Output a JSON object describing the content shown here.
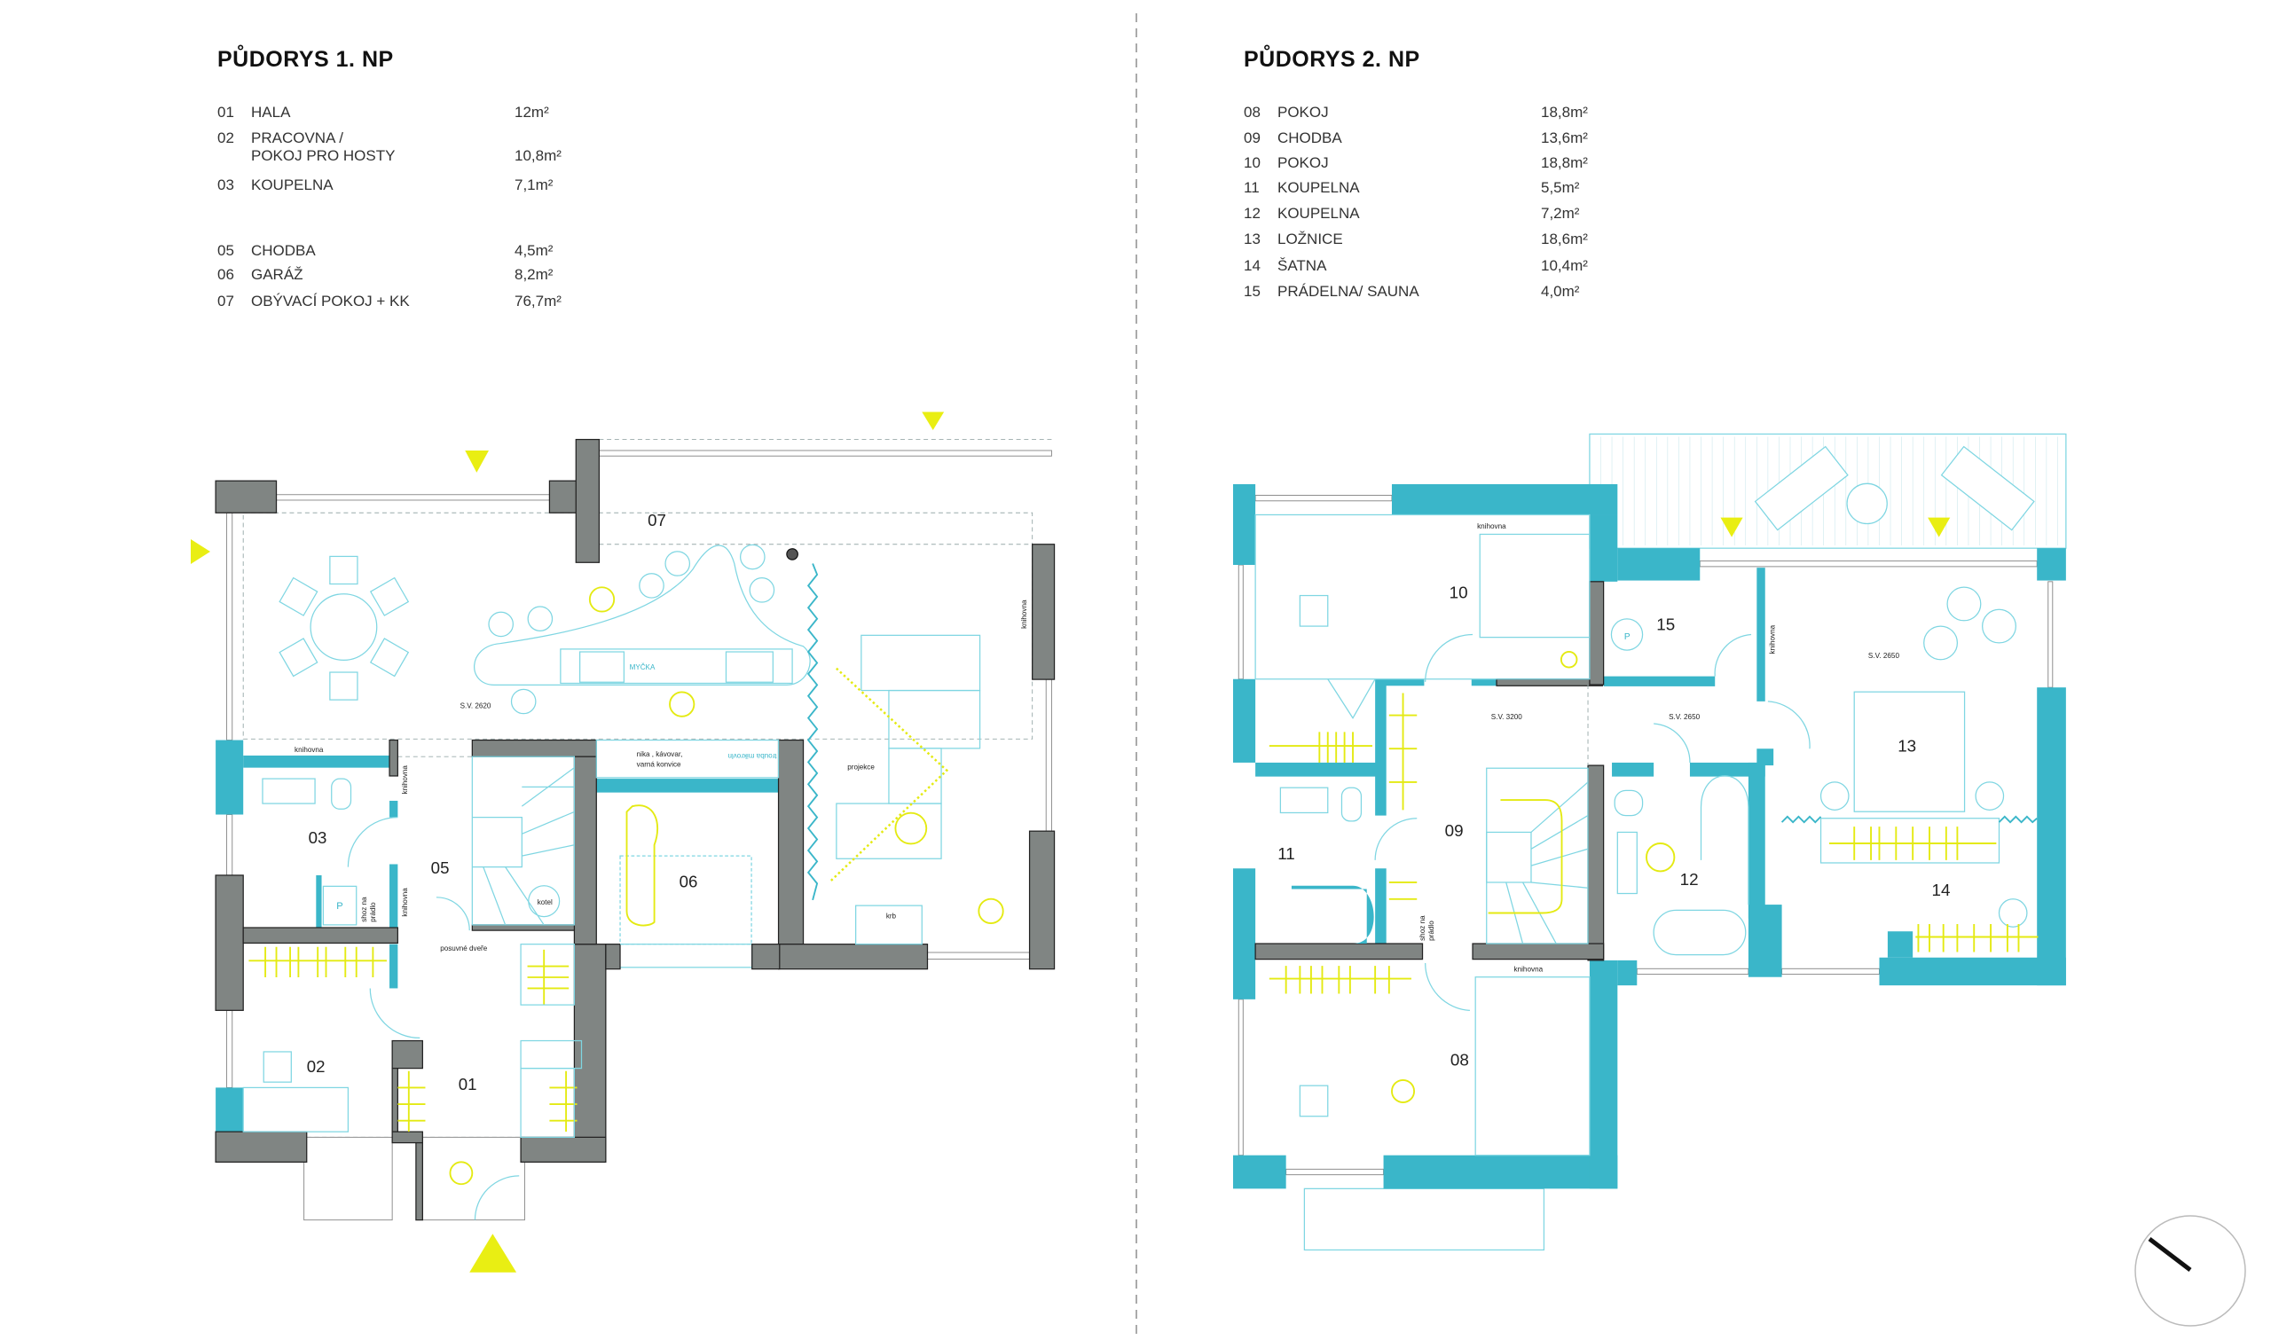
{
  "floor1": {
    "title": "PŮDORYS 1. NP",
    "rooms": [
      {
        "num": "01",
        "name": "HALA",
        "area": "12m²"
      },
      {
        "num": "02",
        "name": "PRACOVNA /",
        "name2": "POKOJ PRO HOSTY",
        "area": "10,8m²"
      },
      {
        "num": "03",
        "name": "KOUPELNA",
        "area": "7,1m²"
      },
      {
        "num": "05",
        "name": "CHODBA",
        "area": "4,5m²"
      },
      {
        "num": "06",
        "name": "GARÁŽ",
        "area": "8,2m²"
      },
      {
        "num": "07",
        "name": "OBÝVACÍ POKOJ + KK",
        "area": "76,7m²"
      }
    ],
    "plan_labels": {
      "r01": "01",
      "r02": "02",
      "r03": "03",
      "r05": "05",
      "r06": "06",
      "r07": "07",
      "sv": "S.V. 2620",
      "knihovna": "knihovna",
      "mycka": "MYČKA",
      "nika1": "nika , kávovar,",
      "nika2": "varná konvice",
      "trouba": "trouba mikrovln",
      "projekce": "projekce",
      "kotel": "kotel",
      "shoz1": "shoz na",
      "shoz2": "prádlo",
      "posuvne": "posuvné dveře",
      "krb": "krb",
      "p": "P"
    }
  },
  "floor2": {
    "title": "PŮDORYS 2. NP",
    "rooms": [
      {
        "num": "08",
        "name": "POKOJ",
        "area": "18,8m²"
      },
      {
        "num": "09",
        "name": "CHODBA",
        "area": "13,6m²"
      },
      {
        "num": "10",
        "name": "POKOJ",
        "area": "18,8m²"
      },
      {
        "num": "11",
        "name": "KOUPELNA",
        "area": "5,5m²"
      },
      {
        "num": "12",
        "name": "KOUPELNA",
        "area": "7,2m²"
      },
      {
        "num": "13",
        "name": "LOŽNICE",
        "area": "18,6m²"
      },
      {
        "num": "14",
        "name": "ŠATNA",
        "area": "10,4m²"
      },
      {
        "num": "15",
        "name": "PRÁDELNA/ SAUNA",
        "area": "4,0m²"
      }
    ],
    "plan_labels": {
      "r08": "08",
      "r09": "09",
      "r10": "10",
      "r11": "11",
      "r12": "12",
      "r13": "13",
      "r14": "14",
      "r15": "15",
      "sv1": "S.V. 3200",
      "sv2": "S.V. 2650",
      "sv3": "S.V. 2650",
      "knihovna": "knihovna",
      "shoz1": "shoz na",
      "shoz2": "prádlo",
      "p": "P"
    }
  },
  "colors": {
    "wall_cyan": "#3ab6c9",
    "wall_grey": "#808583",
    "accent_yellow": "#e9ee13",
    "furniture": "#7fd6e2"
  }
}
